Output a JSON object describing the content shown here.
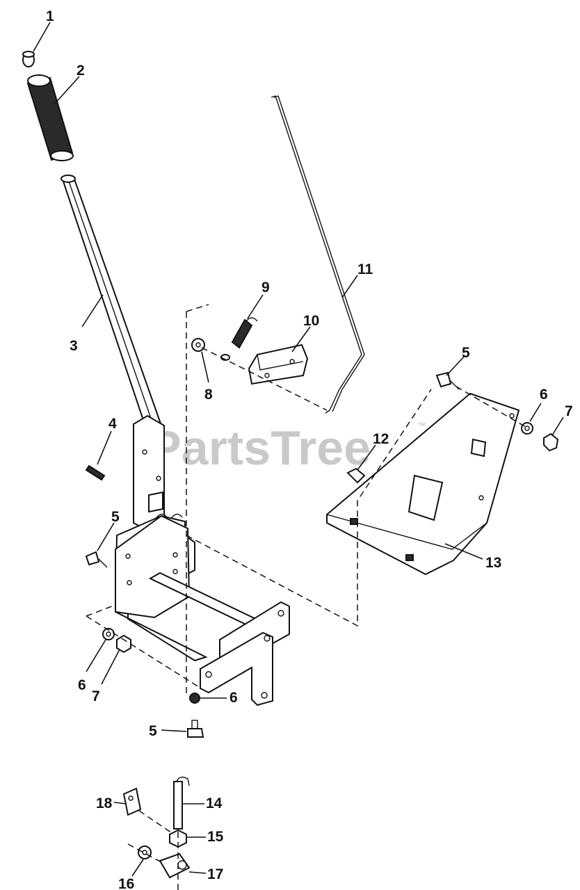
{
  "watermark": {
    "text": "PartsTree",
    "trademark": "™"
  },
  "callouts": {
    "c1": "1",
    "c2": "2",
    "c3": "3",
    "c4": "4",
    "c5a": "5",
    "c5b": "5",
    "c5c": "5",
    "c6a": "6",
    "c6b": "6",
    "c6c": "6",
    "c7a": "7",
    "c7b": "7",
    "c8": "8",
    "c9": "9",
    "c10": "10",
    "c11": "11",
    "c12": "12",
    "c13": "13",
    "c14": "14",
    "c15": "15",
    "c16": "16",
    "c17": "17",
    "c18": "18"
  }
}
